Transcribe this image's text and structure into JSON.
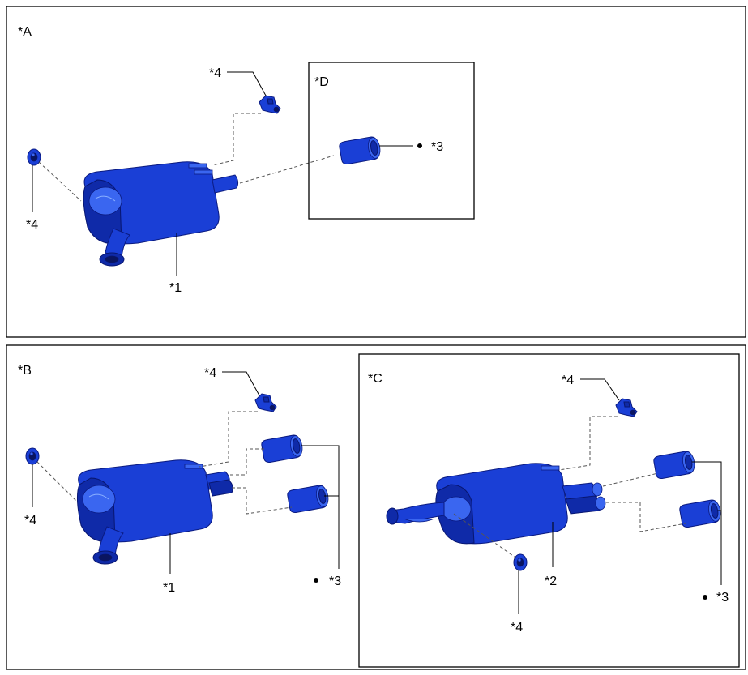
{
  "panels": {
    "a": {
      "label": "*A",
      "muffler_callout": "*1",
      "hanger_top": "*4",
      "hanger_left": "*4"
    },
    "d": {
      "label": "*D",
      "tip_callout": "*3"
    },
    "b": {
      "label": "*B",
      "muffler_callout": "*1",
      "hanger_top": "*4",
      "hanger_left": "*4",
      "tips_callout": "*3"
    },
    "c": {
      "label": "*C",
      "muffler_callout": "*2",
      "hanger_top": "*4",
      "hanger_bottom": "*4",
      "tips_callout": "*3"
    }
  },
  "colors": {
    "part": "#1a3fd6",
    "part_dark": "#0f2aa8",
    "part_light": "#3a66f0",
    "frame": "#000000"
  },
  "icons": {
    "muffler": "exhaust-muffler-icon",
    "hanger": "rubber-hanger-icon",
    "bracket": "hanger-bracket-icon",
    "tip": "exhaust-tail-tip-icon",
    "marker": "dot-marker-icon"
  }
}
